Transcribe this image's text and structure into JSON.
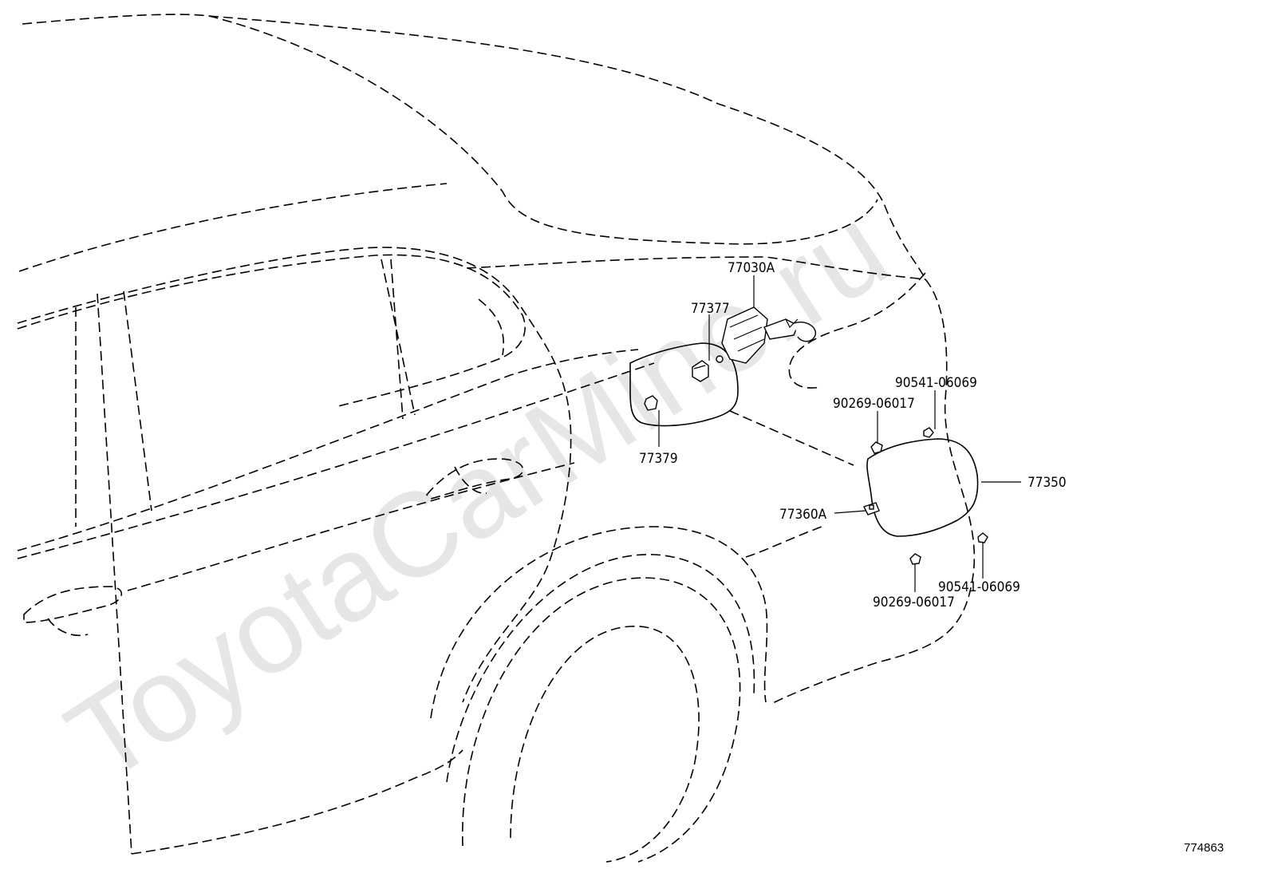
{
  "watermark": "ToyotaCarMine.ru",
  "diagram_id": "774863",
  "parts": {
    "p77030A": "77030A",
    "p77377": "77377",
    "p77379": "77379",
    "p77350": "77350",
    "p77360A": "77360A",
    "p90541_top": "90541-06069",
    "p90269_top": "90269-06017",
    "p90541_bottom": "90541-06069",
    "p90269_bottom": "90269-06017"
  }
}
